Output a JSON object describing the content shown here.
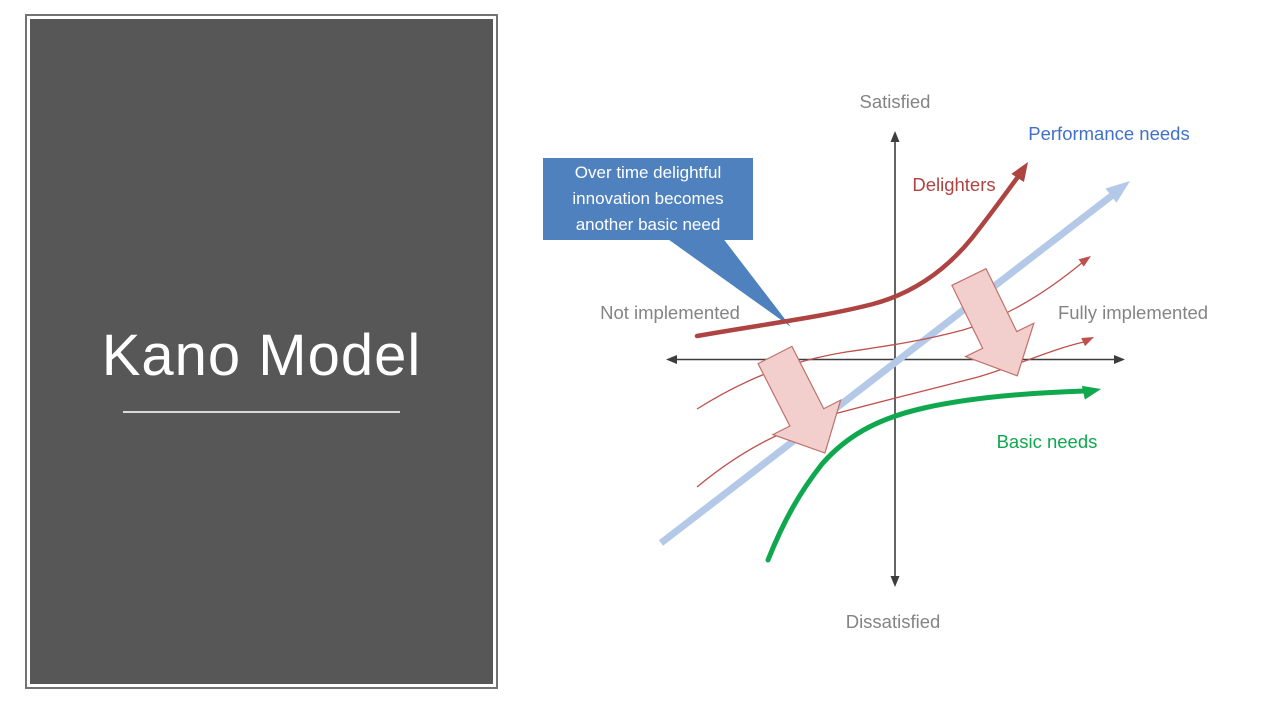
{
  "slide": {
    "background": "#FFFFFF",
    "panel": {
      "title": "Kano Model",
      "bg": "#575757",
      "border_color": "#737373",
      "underline_color": "#DADADA"
    },
    "diagram": {
      "axis_color": "#3D3D3D",
      "label_color": "#848484",
      "axes": {
        "top": "Satisfied",
        "bottom": "Dissatisfied",
        "left": "Not implemented",
        "right": "Fully implemented"
      },
      "curves": {
        "performance": {
          "label": "Performance needs",
          "label_color": "#4171C6",
          "line_color": "#B4C9E8"
        },
        "delighters": {
          "label": "Delighters",
          "color": "#AE4442",
          "ghost_color": "#C0504D"
        },
        "basic": {
          "label": "Basic needs",
          "color": "#0FA84F"
        }
      },
      "block_arrows": {
        "fill": "#F2CECC",
        "stroke": "#C0706B"
      },
      "callout": {
        "text": "Over time delightful innovation becomes another basic need",
        "bg": "#4E81BD",
        "text_color": "#FFFFFF"
      }
    }
  }
}
